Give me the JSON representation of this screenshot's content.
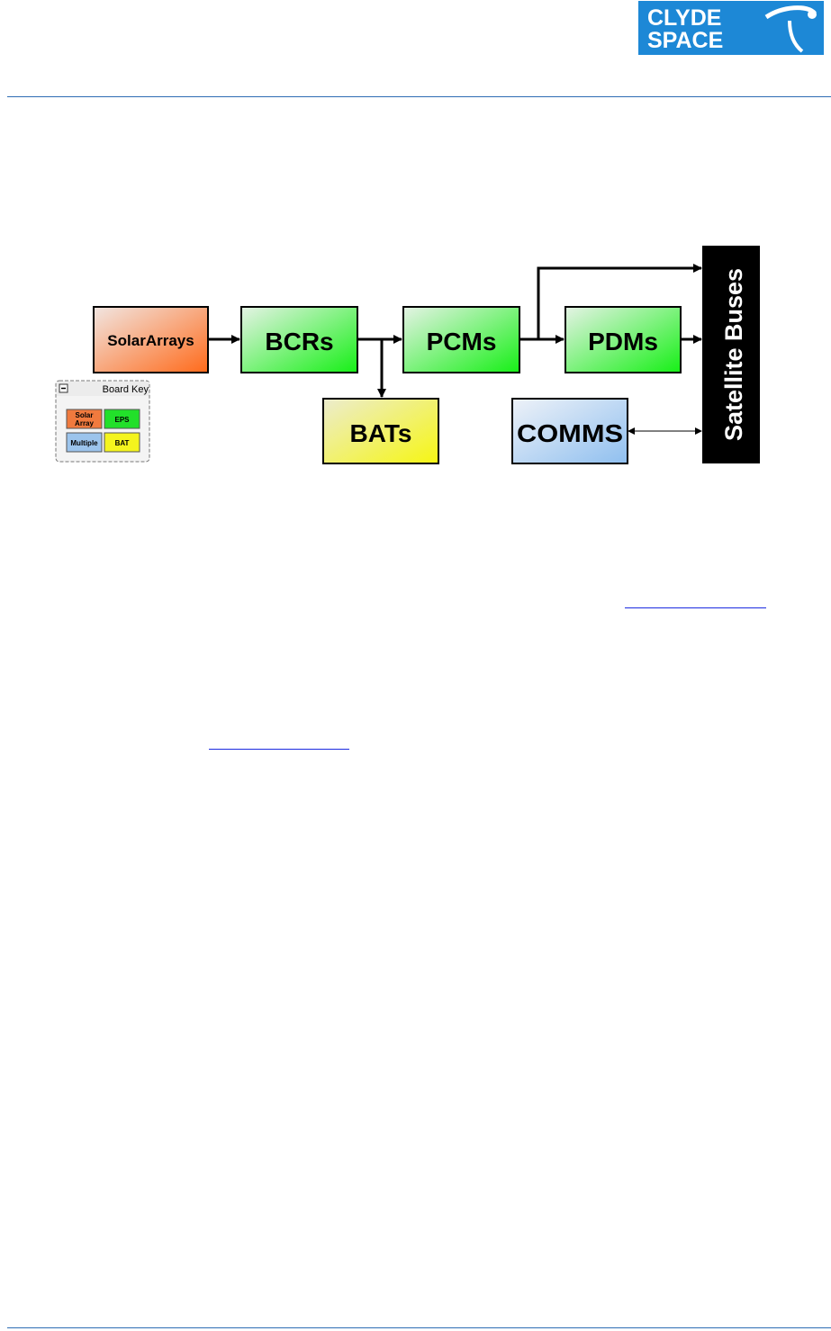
{
  "logo": {
    "line1": "CLYDE",
    "line2": "SPACE",
    "bg_color": "#1d88d6",
    "icon": "orbit-swoosh-icon"
  },
  "diagram": {
    "nodes": {
      "solar_arrays": "SolarArrays",
      "bcrs": "BCRs",
      "pcms": "PCMs",
      "pdms": "PDMs",
      "bats": "BATs",
      "comms": "COMMS",
      "satellite_buses": "Satellite Buses"
    },
    "board_key": {
      "title": "Board Key",
      "collapse_icon": "minus-box-icon",
      "items": [
        {
          "label_line1": "Solar",
          "label_line2": "Array",
          "color": "#f07a3e"
        },
        {
          "label_line1": "EPS",
          "label_line2": "",
          "color": "#22e02a"
        },
        {
          "label_line1": "Multiple",
          "label_line2": "",
          "color": "#9cc4ec"
        },
        {
          "label_line1": "BAT",
          "label_line2": "",
          "color": "#f4f41e"
        }
      ]
    },
    "colors": {
      "solar": "#ff6a1a",
      "eps": "#16f016",
      "multiple": "#8fbfef",
      "bat": "#f6f612",
      "bus": "#000000"
    }
  }
}
